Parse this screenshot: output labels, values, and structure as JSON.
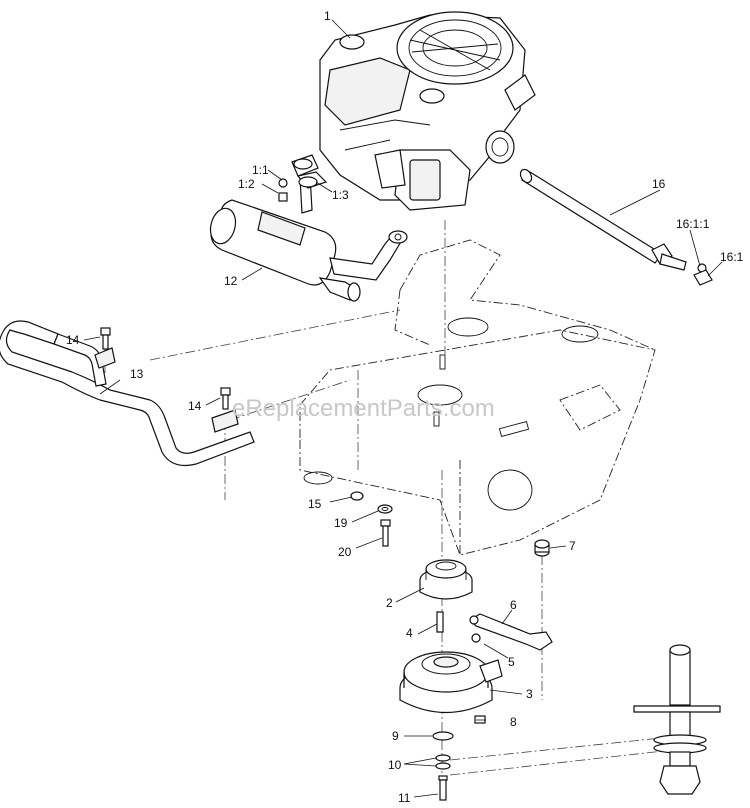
{
  "watermark": "eReplacementParts.com",
  "callouts": [
    {
      "id": "1",
      "text": "1"
    },
    {
      "id": "1_1",
      "text": "1:1"
    },
    {
      "id": "1_2",
      "text": "1:2"
    },
    {
      "id": "1_3",
      "text": "1:3"
    },
    {
      "id": "2",
      "text": "2"
    },
    {
      "id": "3",
      "text": "3"
    },
    {
      "id": "4",
      "text": "4"
    },
    {
      "id": "5",
      "text": "5"
    },
    {
      "id": "6",
      "text": "6"
    },
    {
      "id": "7",
      "text": "7"
    },
    {
      "id": "8",
      "text": "8"
    },
    {
      "id": "9",
      "text": "9"
    },
    {
      "id": "10",
      "text": "10"
    },
    {
      "id": "11",
      "text": "11"
    },
    {
      "id": "12",
      "text": "12"
    },
    {
      "id": "13",
      "text": "13"
    },
    {
      "id": "14a",
      "text": "14"
    },
    {
      "id": "14b",
      "text": "14"
    },
    {
      "id": "15",
      "text": "15"
    },
    {
      "id": "16",
      "text": "16"
    },
    {
      "id": "16_1_1",
      "text": "16:1:1"
    },
    {
      "id": "16_1",
      "text": "16:1"
    },
    {
      "id": "19",
      "text": "19"
    },
    {
      "id": "20",
      "text": "20"
    }
  ]
}
